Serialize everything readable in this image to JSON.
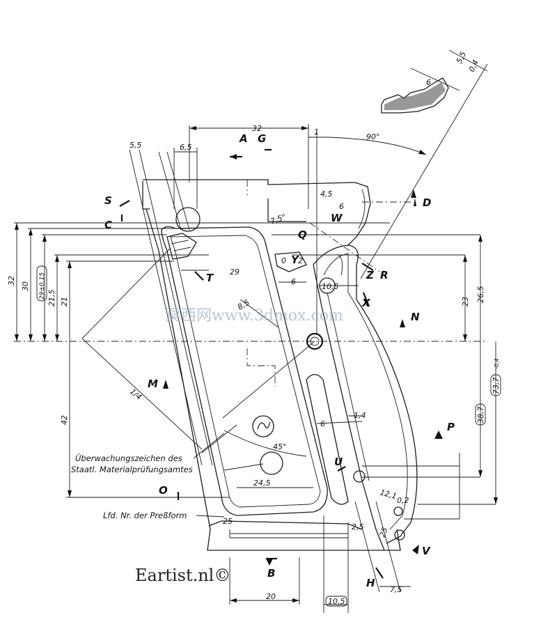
{
  "dimensions": {
    "d_32_top": "32",
    "d_1": "1",
    "d_90deg": "90°",
    "d_5_5_tl": "5,5",
    "d_6_5": "6,5",
    "d_5_5_tr": "5,5",
    "d_0_4": "0,4",
    "d_6_tr": "6",
    "d_7_5deg": "7,5°",
    "d_4_5": "4,5",
    "d_6_w": "6",
    "d_2": "2",
    "d_0": "0",
    "d_29": "29",
    "d_6_mid": "6",
    "d_10_5_mid": "10,5",
    "d_8_5": "8,5",
    "d_4_frac": "1/4",
    "d_45deg": "45°",
    "d_24_5": "24,5",
    "d_6_low": "6",
    "d_14": "1,4",
    "d_25_a": "25",
    "d_25_b": "2,5",
    "d_20": "20",
    "d_10_5_bot": "10,5",
    "d_7_5": "7,5",
    "d_25_c": "25",
    "left_32": "32",
    "left_30": "30",
    "left_29": "29±0,15",
    "left_21_5": "21,5",
    "left_21": "21",
    "left_42": "42",
    "right_23": "23",
    "right_26_5": "26,5",
    "right_38_7": "38,7",
    "right_73_7": "73,7",
    "right_0_4": "-0,4",
    "d_12_1": "12,1",
    "d_0_2": "0,2"
  },
  "labels": {
    "A": "A",
    "G": "G",
    "S": "S",
    "C": "C",
    "D": "D",
    "Q": "Q",
    "W": "W",
    "Y": "Y",
    "Z": "Z",
    "R": "R",
    "T": "T",
    "X": "X",
    "N": "N",
    "M": "M",
    "P": "P",
    "U": "U",
    "O": "O",
    "B": "B",
    "H": "H",
    "V": "V"
  },
  "notes": {
    "line1": "Überwachungszeichen des",
    "line2": "Staatl. Materialprüfungsamtes",
    "line3": "Lfd. Nr. der Preßform"
  },
  "watermark": "莫西网www.3dmox.com",
  "credit": "Eartist.nl©"
}
